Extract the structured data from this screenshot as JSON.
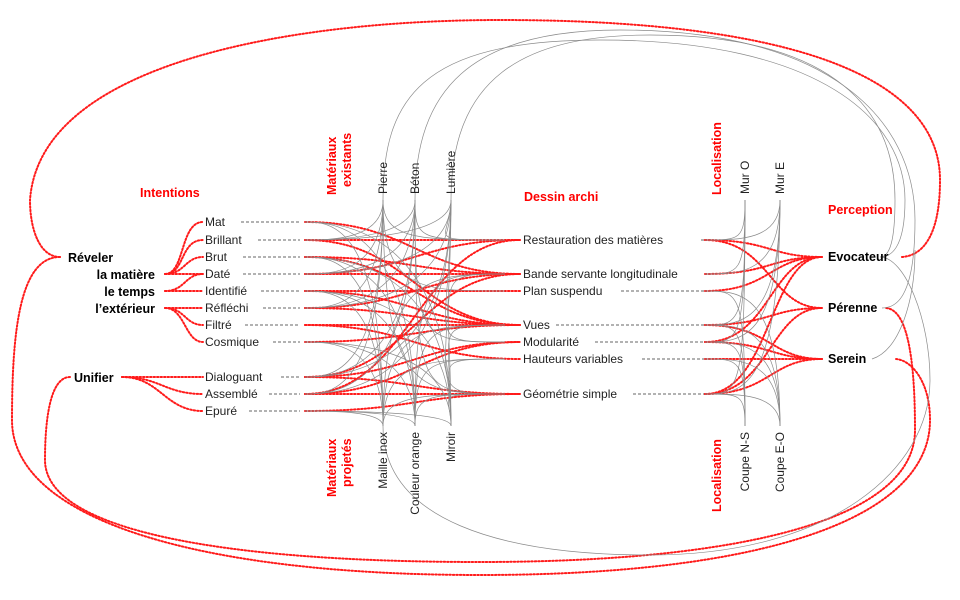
{
  "headers": {
    "intentions": "Intentions",
    "materiaux_existants": [
      "Matériaux",
      "existants"
    ],
    "materiaux_projetes": [
      "Matériaux",
      "projetés"
    ],
    "dessin_archi": "Dessin archi",
    "localisation_top": "Localisation",
    "localisation_bottom": "Localisation",
    "perception": "Perception"
  },
  "roots": {
    "reveler": "Réveler",
    "la_matiere": "la matière",
    "le_temps": "le temps",
    "exterieur": "l’extérieur",
    "unifier": "Unifier"
  },
  "intentions": [
    "Mat",
    "Brillant",
    "Brut",
    "Daté",
    "Identifié",
    "Réfléchi",
    "Filtré",
    "Cosmique",
    "Dialoguant",
    "Assemblé",
    "Epuré"
  ],
  "materiaux_existants": [
    "Pierre",
    "Béton",
    "Lumière"
  ],
  "materiaux_projetes": [
    "Maille inox",
    "Couleur orange",
    "Miroir"
  ],
  "dessin_archi": [
    "Restauration des matières",
    "Bande servante longitudinale",
    "Plan suspendu",
    "Vues",
    "Modularité",
    "Hauteurs variables",
    "Géométrie simple"
  ],
  "localisation_top": [
    "Mur O",
    "Mur E"
  ],
  "localisation_bottom": [
    "Coupe N-S",
    "Coupe E-O"
  ],
  "perception": [
    "Evocateur",
    "Pérenne",
    "Serein"
  ],
  "colors": {
    "accent": "#ff0000",
    "text": "#222222",
    "link": "#8a8a8a"
  }
}
